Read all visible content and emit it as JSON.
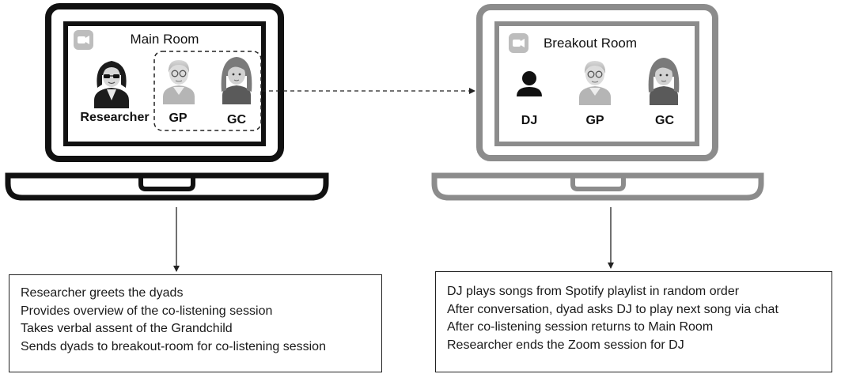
{
  "colors": {
    "main_laptop": "#111111",
    "breakout_laptop": "#8c8c8c",
    "screen_bg": "#ffffff"
  },
  "main_room": {
    "title": "Main Room",
    "icon": "video-camera-icon",
    "participants": [
      {
        "name": "Researcher",
        "icon": "researcher-avatar-icon"
      },
      {
        "name": "GP",
        "icon": "grandparent-avatar-icon"
      },
      {
        "name": "GC",
        "icon": "grandchild-avatar-icon"
      }
    ],
    "steps": [
      "Researcher greets the dyads",
      "Provides overview of the co-listening session",
      "Takes verbal assent of the Grandchild",
      "Sends dyads to breakout-room for co-listening session"
    ]
  },
  "breakout_room": {
    "title": "Breakout Room",
    "icon": "video-camera-icon",
    "participants": [
      {
        "name": "DJ",
        "icon": "person-silhouette-icon"
      },
      {
        "name": "GP",
        "icon": "grandparent-avatar-icon"
      },
      {
        "name": "GC",
        "icon": "grandchild-avatar-icon"
      }
    ],
    "steps": [
      "DJ plays songs from Spotify playlist in random order",
      "After conversation, dyad asks DJ to play next song via chat",
      "After co-listening session returns to Main Room",
      "Researcher ends the Zoom session for DJ"
    ]
  }
}
